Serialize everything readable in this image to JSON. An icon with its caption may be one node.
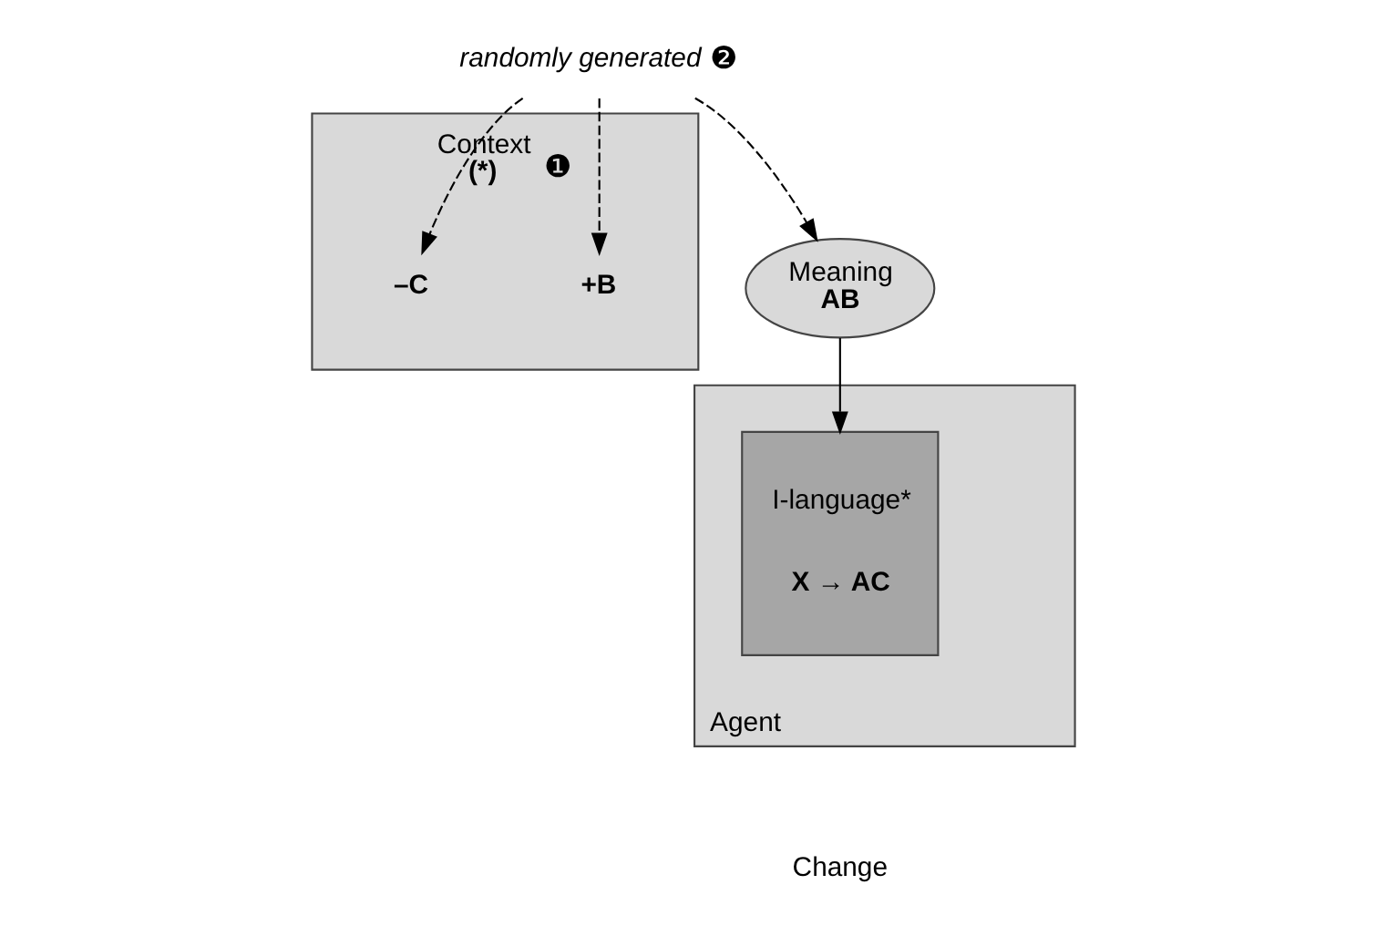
{
  "diagram": {
    "nodes": [
      {
        "text": [
          "randomly generated"
        ],
        "beside": [
          "❷"
        ]
      },
      {
        "text": [
          "Context",
          "(*)"
        ],
        "beside": [
          "❶"
        ]
      },
      {
        "text": [
          "+B"
        ],
        "in": 1
      },
      {
        "text": [
          "–C"
        ],
        "in": 1
      },
      {
        "text": [
          "Meaning",
          "AB"
        ]
      },
      {
        "text": [
          "Agent"
        ]
      },
      {
        "text": [
          "I-language*",
          "X → AC"
        ],
        "in": 5
      }
    ],
    "edges": [
      {
        "from": 0,
        "to": 4,
        "arrow": "to",
        "style": "dashed"
      },
      {
        "from": 0,
        "to": 2,
        "arrow": "to",
        "style": "dashed"
      },
      {
        "from": 0,
        "to": 3,
        "arrow": "to",
        "style": "dashed"
      },
      {
        "from": 4,
        "to": 6,
        "arrow": "to"
      }
    ],
    "labels": [
      "Change"
    ]
  }
}
